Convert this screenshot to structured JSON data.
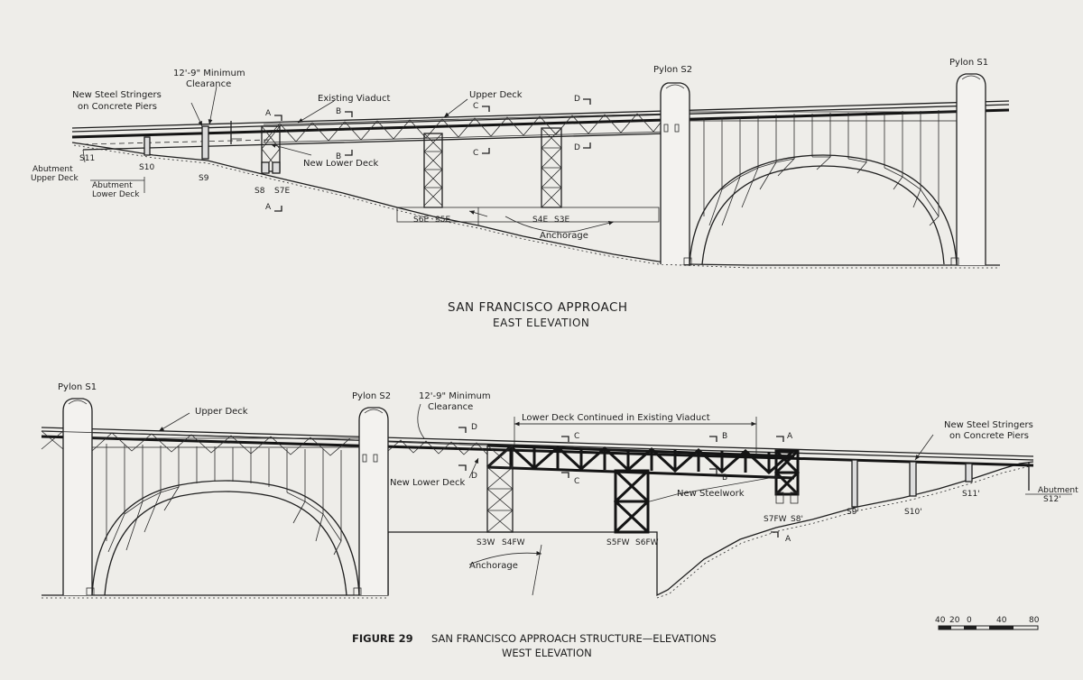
{
  "east": {
    "title": "SAN FRANCISCO APPROACH",
    "subtitle": "EAST ELEVATION",
    "pylon_s2": "Pylon S2",
    "pylon_s1": "Pylon S1",
    "clearance_1": "12'-9\" Minimum",
    "clearance_2": "Clearance",
    "stringers_1": "New Steel Stringers",
    "stringers_2": "on Concrete Piers",
    "existing_viaduct": "Existing Viaduct",
    "upper_deck": "Upper Deck",
    "new_lower_deck": "New Lower Deck",
    "anchorage": "Anchorage",
    "abut_upper_1": "Abutment",
    "abut_upper_2": "Upper Deck",
    "abut_lower_1": "Abutment",
    "abut_lower_2": "Lower Deck",
    "piers": {
      "s11": "S11",
      "s10": "S10",
      "s9": "S9",
      "s8": "S8",
      "s7e": "S7E",
      "s6e": "S6E",
      "s5e": "S5E",
      "s4e": "S4E",
      "s3e": "S3E"
    },
    "sections": {
      "a": "A",
      "b": "B",
      "c": "C",
      "d": "D"
    }
  },
  "west": {
    "pylon_s1": "Pylon S1",
    "pylon_s2": "Pylon S2",
    "upper_deck": "Upper Deck",
    "clearance_1": "12'-9\" Minimum",
    "clearance_2": "Clearance",
    "lower_continued": "Lower Deck Continued in Existing Viaduct",
    "stringers_1": "New Steel Stringers",
    "stringers_2": "on Concrete Piers",
    "new_lower_deck": "New Lower Deck",
    "new_steelwork": "New Steelwork",
    "anchorage": "Anchorage",
    "abutment": "Abutment",
    "s12": "S12'",
    "piers": {
      "s3w": "S3W",
      "s4fw": "S4FW",
      "s5fw": "S5FW",
      "s6fw": "S6FW",
      "s7fw": "S7FW",
      "s8": "S8'",
      "s9": "S9'",
      "s10": "S10'",
      "s11": "S11'"
    },
    "sections": {
      "a": "A",
      "b": "B",
      "c": "C",
      "d": "D"
    }
  },
  "figure": {
    "number": "FIGURE 29",
    "caption": "SAN FRANCISCO APPROACH STRUCTURE—ELEVATIONS",
    "subcaption": "WEST ELEVATION"
  },
  "scale": {
    "ticks": [
      "40",
      "20",
      "0",
      "40",
      "80"
    ]
  }
}
